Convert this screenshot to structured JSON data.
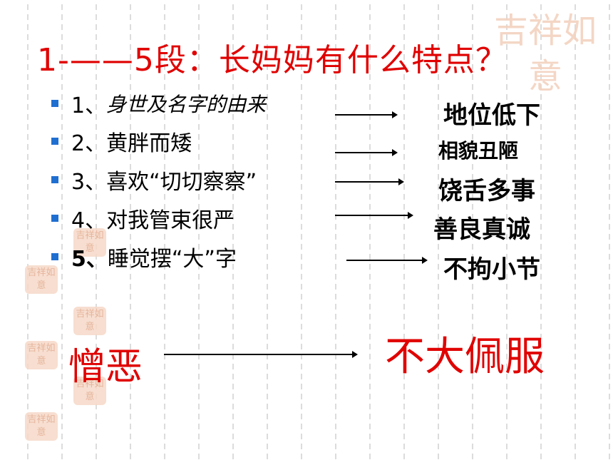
{
  "slide": {
    "title": "1-——5段：长妈妈有什么特点？",
    "items": [
      {
        "number": "1、",
        "text": "身世及名字的由来",
        "trait": "地位低下"
      },
      {
        "number": "2、",
        "text": "黄胖而矮",
        "trait": "相貌丑陋"
      },
      {
        "number": "3、",
        "text": "喜欢“切切察察”",
        "trait": "饶舌多事"
      },
      {
        "number": "4、",
        "text": "对我管束很严",
        "trait": "善良真诚"
      },
      {
        "number": "5、",
        "text": "睡觉摆“大”字",
        "trait": "不拘小节"
      }
    ],
    "bottom": {
      "left": "憎恶",
      "right": "不大佩服"
    }
  },
  "colors": {
    "title_red": "#e00000",
    "bullet_blue": "#1f6fd1",
    "seal_beige": "#f6d9c8"
  },
  "decor": {
    "seal_text": "吉祥如意"
  }
}
